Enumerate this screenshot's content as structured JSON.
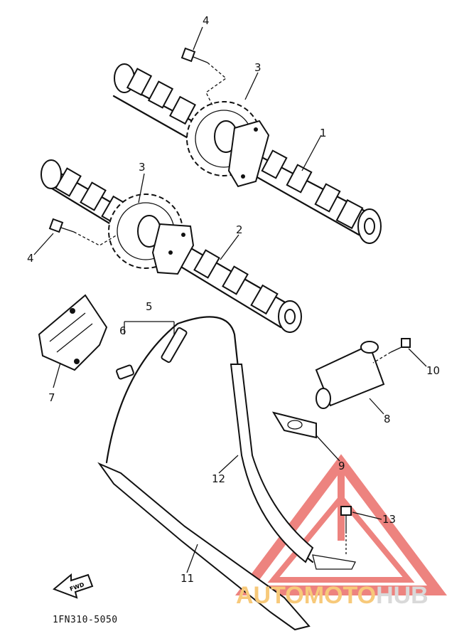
{
  "diagram": {
    "callouts": [
      {
        "id": "c4a",
        "text": "4"
      },
      {
        "id": "c3a",
        "text": "3"
      },
      {
        "id": "c1",
        "text": "1"
      },
      {
        "id": "c3b",
        "text": "3"
      },
      {
        "id": "c2",
        "text": "2"
      },
      {
        "id": "c4b",
        "text": "4"
      },
      {
        "id": "c5",
        "text": "5"
      },
      {
        "id": "c6",
        "text": "6"
      },
      {
        "id": "c7",
        "text": "7"
      },
      {
        "id": "c10",
        "text": "10"
      },
      {
        "id": "c8",
        "text": "8"
      },
      {
        "id": "c9",
        "text": "9"
      },
      {
        "id": "c12",
        "text": "12"
      },
      {
        "id": "c13",
        "text": "13"
      },
      {
        "id": "c11",
        "text": "11"
      }
    ],
    "front_arrow_label": "FWD",
    "drawing_code": "1FN310-5050"
  },
  "watermark": {
    "part_a": "AUTOMOTO",
    "part_b": "HUB",
    "color_a": "#f7c97a",
    "color_b": "#d9d9d9",
    "triangle_color": "#e85a55"
  }
}
